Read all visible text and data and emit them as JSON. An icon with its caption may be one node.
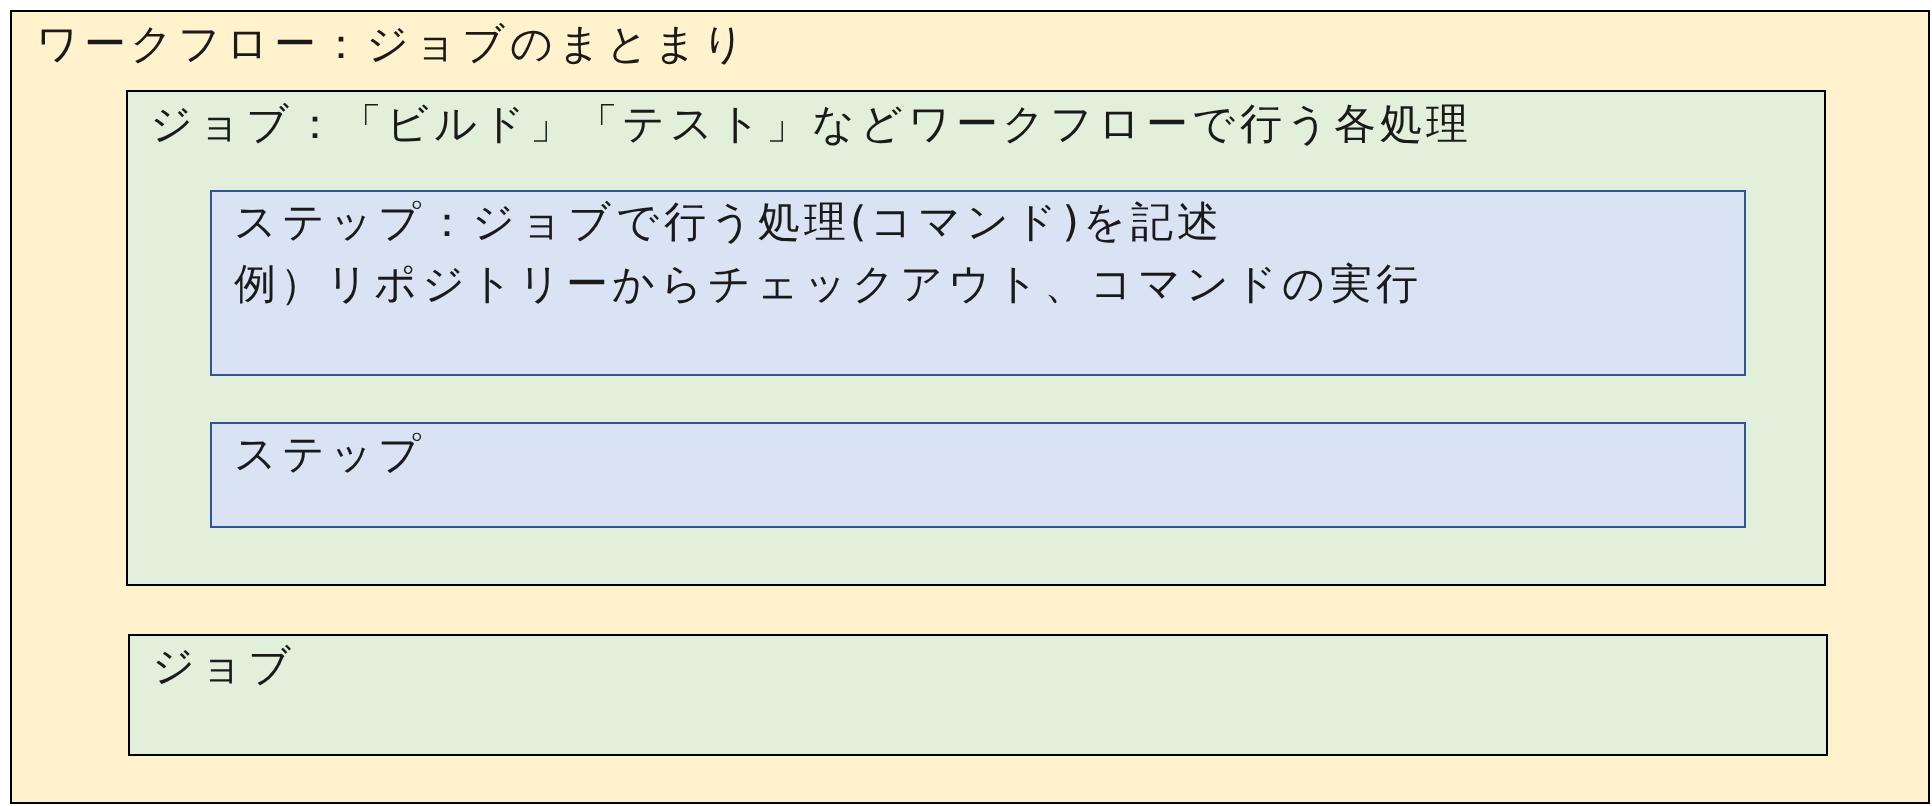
{
  "diagram": {
    "nodes": [
      {
        "text": [
          "ワークフロー：ジョブのまとまり"
        ]
      },
      {
        "text": [
          "ジョブ：「ビルド」「テスト」などワークフローで行う各処理"
        ],
        "in": 0
      },
      {
        "text": [
          "ステップ：ジョブで行う処理(コマンド)を記述",
          "例）リポジトリーからチェックアウト、コマンドの実行"
        ],
        "in": 1
      },
      {
        "text": [
          "ステップ"
        ],
        "in": 1
      },
      {
        "text": [
          "ジョブ"
        ],
        "in": 0
      }
    ]
  }
}
